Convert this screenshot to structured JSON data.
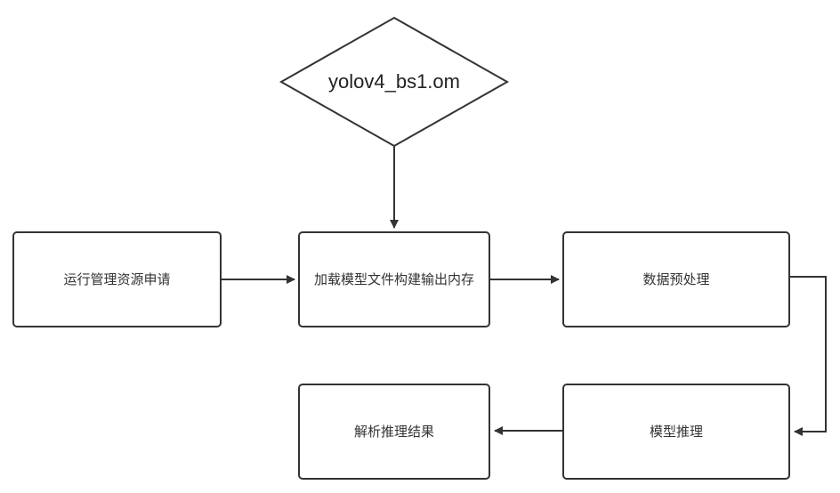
{
  "diagram": {
    "decision": {
      "label": "yolov4_bs1.om"
    },
    "nodes": {
      "resource_request": "运行管理资源申请",
      "load_model": "加载模型文件构建输出内存",
      "preprocess": "数据预处理",
      "inference": "模型推理",
      "parse_results": "解析推理结果"
    },
    "colors": {
      "stroke": "#333333",
      "arrow": "#333333",
      "background": "#ffffff",
      "text": "#333333"
    }
  }
}
